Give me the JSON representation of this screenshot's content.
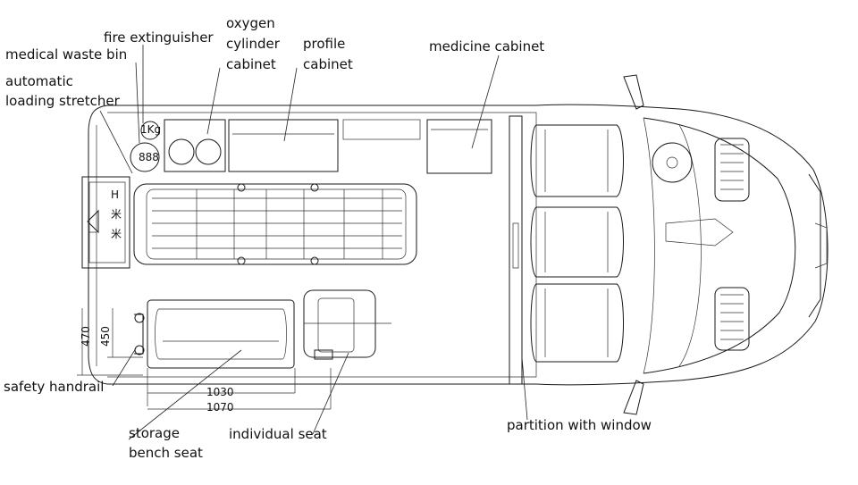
{
  "labels": {
    "fire_extinguisher": "fire extinguisher",
    "medical_waste_bin": "medical waste bin",
    "automatic_loading_stretcher_1": "automatic",
    "automatic_loading_stretcher_2": "loading stretcher",
    "oxygen_cylinder_cabinet_1": "oxygen",
    "oxygen_cylinder_cabinet_2": "cylinder",
    "oxygen_cylinder_cabinet_3": "cabinet",
    "profile_cabinet_1": "profile",
    "profile_cabinet_2": "cabinet",
    "medicine_cabinet": "medicine cabinet",
    "safety_handrail": "safety handrail",
    "storage_bench_seat_1": "storage",
    "storage_bench_seat_2": "bench seat",
    "individual_seat": "individual seat",
    "partition_with_window": "partition with window"
  },
  "dimensions": {
    "d470": "470",
    "d450": "450",
    "d1030": "1030",
    "d1070": "1070"
  },
  "small_text": {
    "extinguisher_tag": "1Kg",
    "bin_tag": "888"
  },
  "colors": {
    "line": "#1a1a1a",
    "background": "#ffffff"
  }
}
